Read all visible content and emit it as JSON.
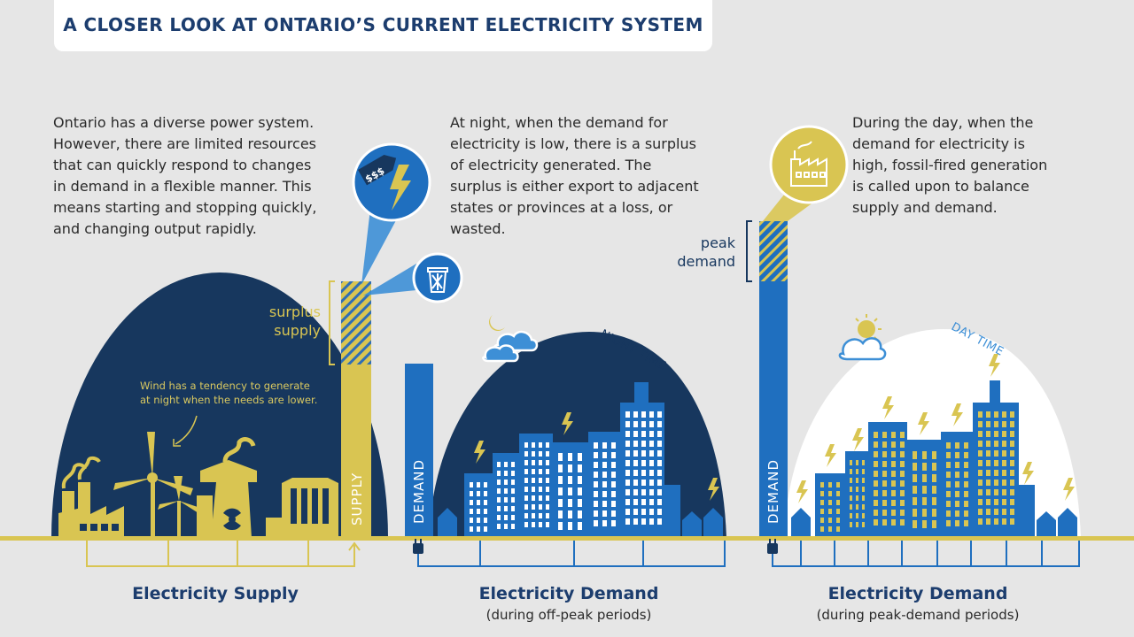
{
  "title": "A CLOSER LOOK AT ONTARIO’S CURRENT ELECTRICITY SYSTEM",
  "paragraphs": {
    "supply": "Ontario has a diverse power system.\nHowever, there are limited resources\nthat can quickly respond to changes\nin demand in a flexible manner. This\nmeans starting and stopping quickly,\nand changing output rapidly.",
    "night": "At night, when the demand for\nelectricity is low, there is a surplus\nof electricity generated. The\nsurplus is either export to adjacent\nstates or provinces at a loss, or\nwasted.",
    "day": "During the day, when the\ndemand for electricity is\nhigh, fossil-fired generation\nis called upon to balance\nsupply and demand."
  },
  "labels": {
    "surplus_supply": "surplus\nsupply",
    "peak_demand": "peak\ndemand",
    "wind_note": "Wind has a tendency to generate\nat night when the needs are lower.",
    "supply_bar": "SUPPLY",
    "demand_bar_night": "DEMAND",
    "demand_bar_day": "DEMAND",
    "night_time": "NIGHT TIME",
    "day_time": "DAY TIME",
    "price_tag": "$$$"
  },
  "footers": [
    {
      "title": "Electricity Supply",
      "subtitle": ""
    },
    {
      "title": "Electricity Demand",
      "subtitle": "(during off-peak periods)"
    },
    {
      "title": "Electricity Demand",
      "subtitle": "(during peak-demand periods)"
    }
  ],
  "colors": {
    "navy": "#17375e",
    "blue": "#1f6fbf",
    "light_blue": "#3d8fd6",
    "gold": "#d9c552",
    "background": "#e6e6e6",
    "title_text": "#1c3d6e"
  },
  "icons": [
    "price-tag-icon",
    "lightning-icon",
    "trash-icon",
    "factory-icon",
    "moon-icon",
    "cloud-icon",
    "sun-icon",
    "wind-turbine-icon",
    "nuclear-icon",
    "plug-icon"
  ]
}
